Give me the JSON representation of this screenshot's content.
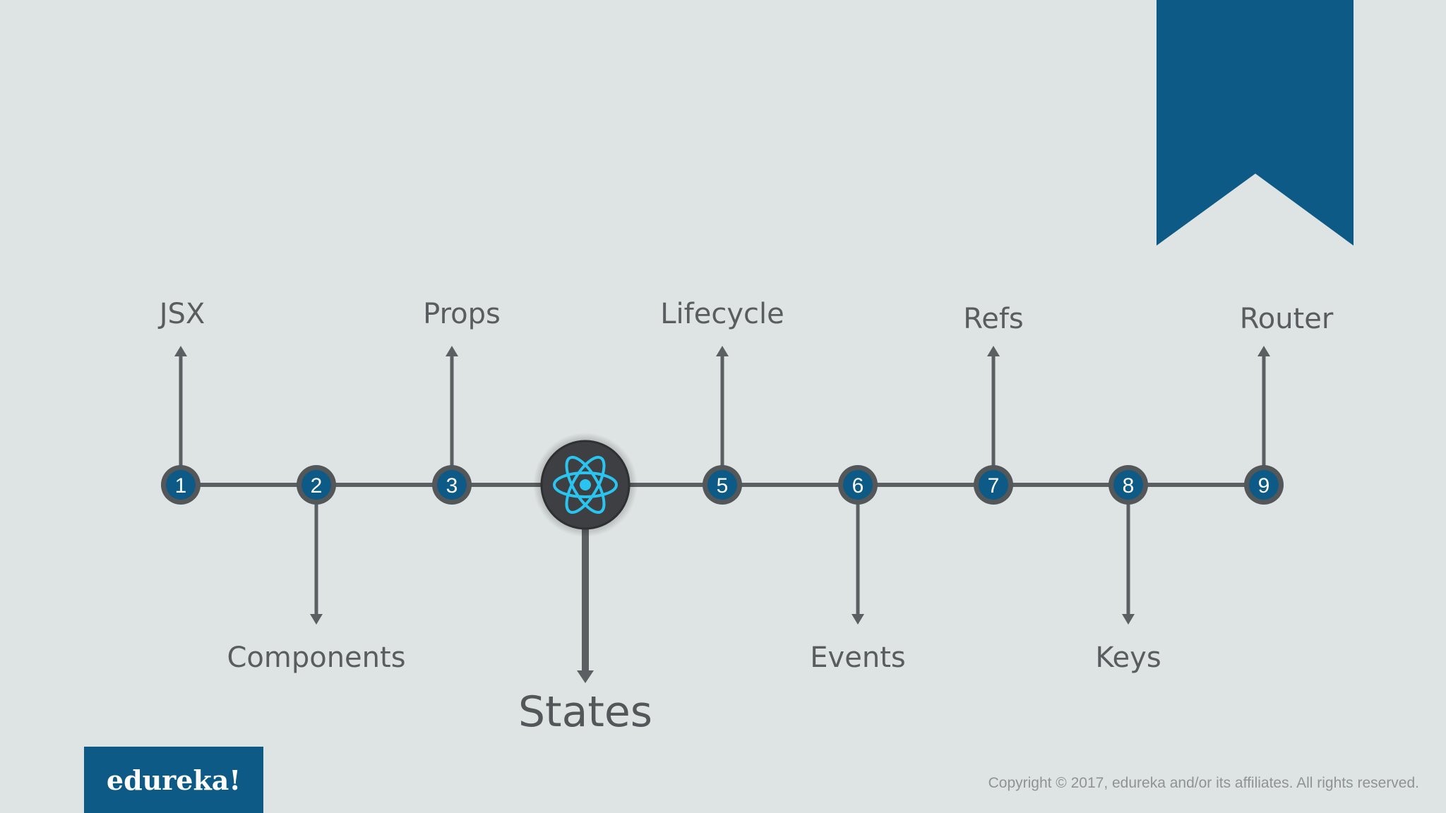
{
  "timeline": {
    "nodes": [
      {
        "number": "1",
        "label": "JSX",
        "direction": "up"
      },
      {
        "number": "2",
        "label": "Components",
        "direction": "down"
      },
      {
        "number": "3",
        "label": "Props",
        "direction": "up"
      },
      {
        "number": "",
        "label": "States",
        "direction": "down",
        "icon": "react-atom-icon",
        "highlighted": true
      },
      {
        "number": "5",
        "label": "Lifecycle",
        "direction": "up"
      },
      {
        "number": "6",
        "label": "Events",
        "direction": "down"
      },
      {
        "number": "7",
        "label": "Refs",
        "direction": "up"
      },
      {
        "number": "8",
        "label": "Keys",
        "direction": "down"
      },
      {
        "number": "9",
        "label": "Router",
        "direction": "up"
      }
    ]
  },
  "brand": {
    "logo_text": "edureka!"
  },
  "footer": {
    "copyright": "Copyright © 2017, edureka and/or its affiliates. All rights reserved."
  },
  "colors": {
    "background": "#dee3e4",
    "accent": "#0c5a85",
    "line": "#5c5f62",
    "react": "#29c5f0"
  }
}
